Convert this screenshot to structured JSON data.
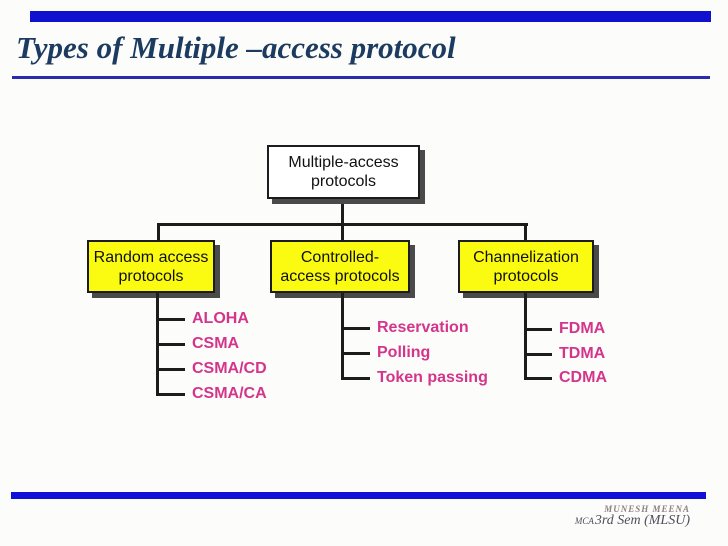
{
  "title": "Types of Multiple –access protocol",
  "colors": {
    "accent_blue": "#1010cf",
    "title_navy": "#1c3b60",
    "box_yellow": "#fbfb12",
    "item_pink": "#d4358c",
    "line_black": "#1c1c1c"
  },
  "tree": {
    "root_label": "Multiple-access protocols",
    "groups": [
      {
        "label": "Random access protocols",
        "items": [
          "ALOHA",
          "CSMA",
          "CSMA/CD",
          "CSMA/CA"
        ]
      },
      {
        "label": "Controlled-access protocols",
        "items": [
          "Reservation",
          "Polling",
          "Token passing"
        ]
      },
      {
        "label": "Channelization protocols",
        "items": [
          "FDMA",
          "TDMA",
          "CDMA"
        ]
      }
    ]
  },
  "footer": {
    "line1": "MUNESH  MEENA",
    "line2_prefix": "MCA",
    "line2": "3rd Sem (MLSU)"
  }
}
